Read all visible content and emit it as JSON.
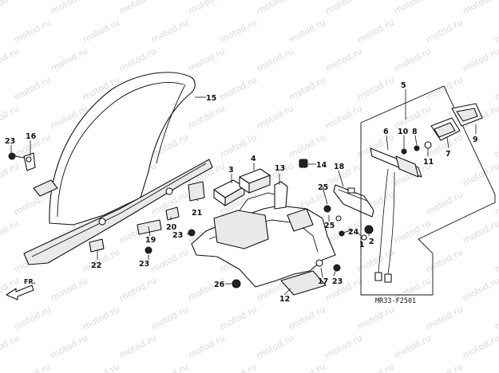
{
  "watermark": "motod.ru",
  "diagram_code": "MR33-F2501",
  "direction_label": "FR.",
  "callouts": [
    "1",
    "2",
    "3",
    "4",
    "5",
    "6",
    "7",
    "8",
    "9",
    "10",
    "11",
    "12",
    "13",
    "14",
    "15",
    "16",
    "17",
    "18",
    "19",
    "20",
    "21",
    "22",
    "23",
    "23",
    "24",
    "25",
    "25",
    "26"
  ]
}
